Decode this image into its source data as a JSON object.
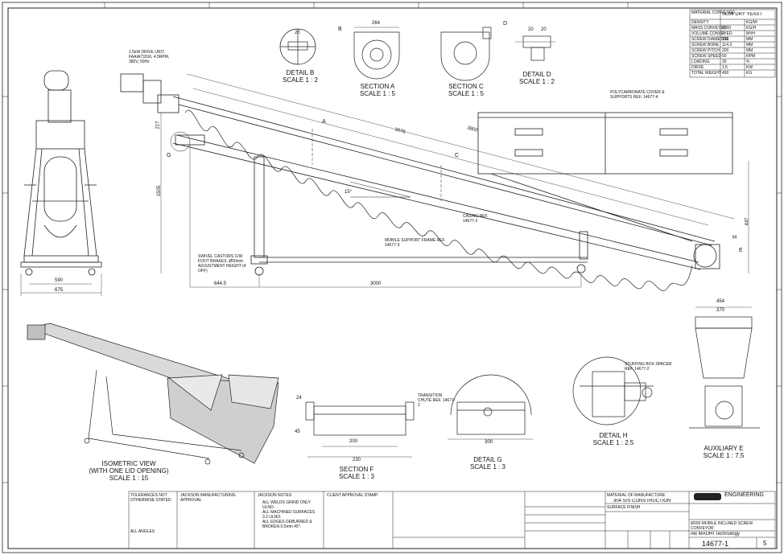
{
  "drawing": {
    "drawing_number": "14677-1",
    "sheet": "5",
    "company": "ENGINEERING",
    "company_sub": "AB MAURI Technology"
  },
  "material_table": {
    "rows": [
      {
        "label": "MATERIAL CONVEYED",
        "value": "SEMI DRY YEAST",
        "unit": ""
      },
      {
        "label": "DENSITY",
        "value": "",
        "unit": "KG/M³"
      },
      {
        "label": "MASS CONVEYED",
        "value": "2000",
        "unit": "KG/H"
      },
      {
        "label": "VOLUME CONVEYED",
        "value": "3",
        "unit": "M³/H"
      },
      {
        "label": "SCREW DIAMETER",
        "value": "216",
        "unit": "MM"
      },
      {
        "label": "SCREW BORE",
        "value": "114.3",
        "unit": "MM"
      },
      {
        "label": "SCREW PITCH",
        "value": "200",
        "unit": "MM"
      },
      {
        "label": "SCREW SPEED",
        "value": "50",
        "unit": "RPM"
      },
      {
        "label": "LOADING",
        "value": "30",
        "unit": "%"
      },
      {
        "label": "DRIVE",
        "value": "1.5",
        "unit": "KW"
      },
      {
        "label": "TOTAL WEIGHT",
        "value": "450",
        "unit": "KG"
      }
    ]
  },
  "views": {
    "detail_b": {
      "title": "DETAIL B",
      "scale": "SCALE 1 : 2",
      "dim": "20"
    },
    "section_a": {
      "title": "SECTION A",
      "scale": "SCALE 1 : 5",
      "dim": "264",
      "marker": "B"
    },
    "section_c": {
      "title": "SECTION C",
      "scale": "SCALE 1 : 5",
      "marker": "D"
    },
    "detail_d": {
      "title": "DETAIL D",
      "scale": "SCALE 1 : 2",
      "dim1": "20",
      "dim2": "20"
    },
    "isometric": {
      "line1": "ISOMETRIC VIEW",
      "line2": "(WITH ONE LID OPENING)",
      "scale": "SCALE 1 : 15"
    },
    "section_f": {
      "title": "SECTION F",
      "scale": "SCALE 1 : 3",
      "dim_inner": "200",
      "dim_outer": "230",
      "dim_left": "45",
      "dim_top": "24"
    },
    "detail_g": {
      "title": "DETAIL G",
      "scale": "SCALE 1 : 3",
      "dim": "300"
    },
    "detail_h": {
      "title": "DETAIL H",
      "scale": "SCALE 1 : 2.5"
    },
    "auxiliary_e": {
      "title": "AUXILIARY E",
      "scale": "SCALE 1 : 7.5",
      "dim1": "454",
      "dim2": "370"
    }
  },
  "annotations": {
    "drive_unit": "1.5kW DRIVE UNIT, FAAIA73316, 4.5RPM, 380V, 50Hz",
    "poly_cover": "POLYCARBONATE COVER & SUPPORTS REF. 14677-4",
    "casing": "CASING REF. 14677-2",
    "mobile_frame": "MOBILE SUPPORT FRAME REF. 14677-3",
    "castors": "SWIVEL CASTORS C/W FOOT BRAKES, Ø50mm ADJUSTMENT HEIGHT (4 OFF)",
    "stuffing_box": "STUFFING BOX SPACER REF. 14677-2",
    "transition_chute": "TRANSITION CHUTE REF. 14677-2",
    "marker_a": "A",
    "marker_c": "C",
    "marker_g": "G",
    "marker_h": "H",
    "marker_e": "E"
  },
  "dimensions": {
    "overall_length": "3800",
    "screw_length": "3078",
    "frame_length": "3000",
    "offset": "644.5",
    "front_width": "590",
    "front_total": "675",
    "height_left": "1505",
    "height_right": "447",
    "offset_top": "217",
    "angle": "15°"
  },
  "title_block": {
    "tolerance": "TOLERANCES NOT OTHERWISE STATED",
    "manufacturing_approval": "JACKSON MANUFACTURING APPROVAL",
    "notes_title": "JACKSON NOTES",
    "notes": [
      "ALL WELDS GRIND ONLY ULNO.",
      "ALL MACHINED SURFACES 3.2 ULNO.",
      "ALL EDGES DEBURRED & BROKEN 0.5mm 45°."
    ],
    "client_approval": "CLIENT APPROVAL STAMP",
    "material_manufacture": "MATERIAL OF MANUFACTURE",
    "construction": "304 S/S CONSTRUCTION",
    "surface_finish": "SURFACE FINISH",
    "title_line": "Ø200 MOBILE INCLINED SCREW CONVEYOR",
    "allangles": "ALL ANGLES"
  }
}
